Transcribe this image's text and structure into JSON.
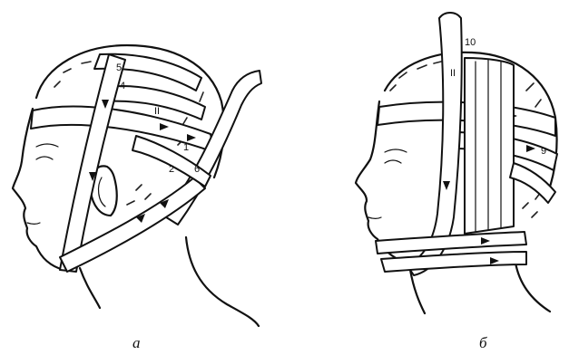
{
  "figure_a": {
    "caption": "а",
    "labels": [
      "5",
      "4",
      "II",
      "1",
      "2",
      "6"
    ]
  },
  "figure_b": {
    "caption": "б",
    "labels": [
      "10",
      "II",
      "9"
    ]
  }
}
